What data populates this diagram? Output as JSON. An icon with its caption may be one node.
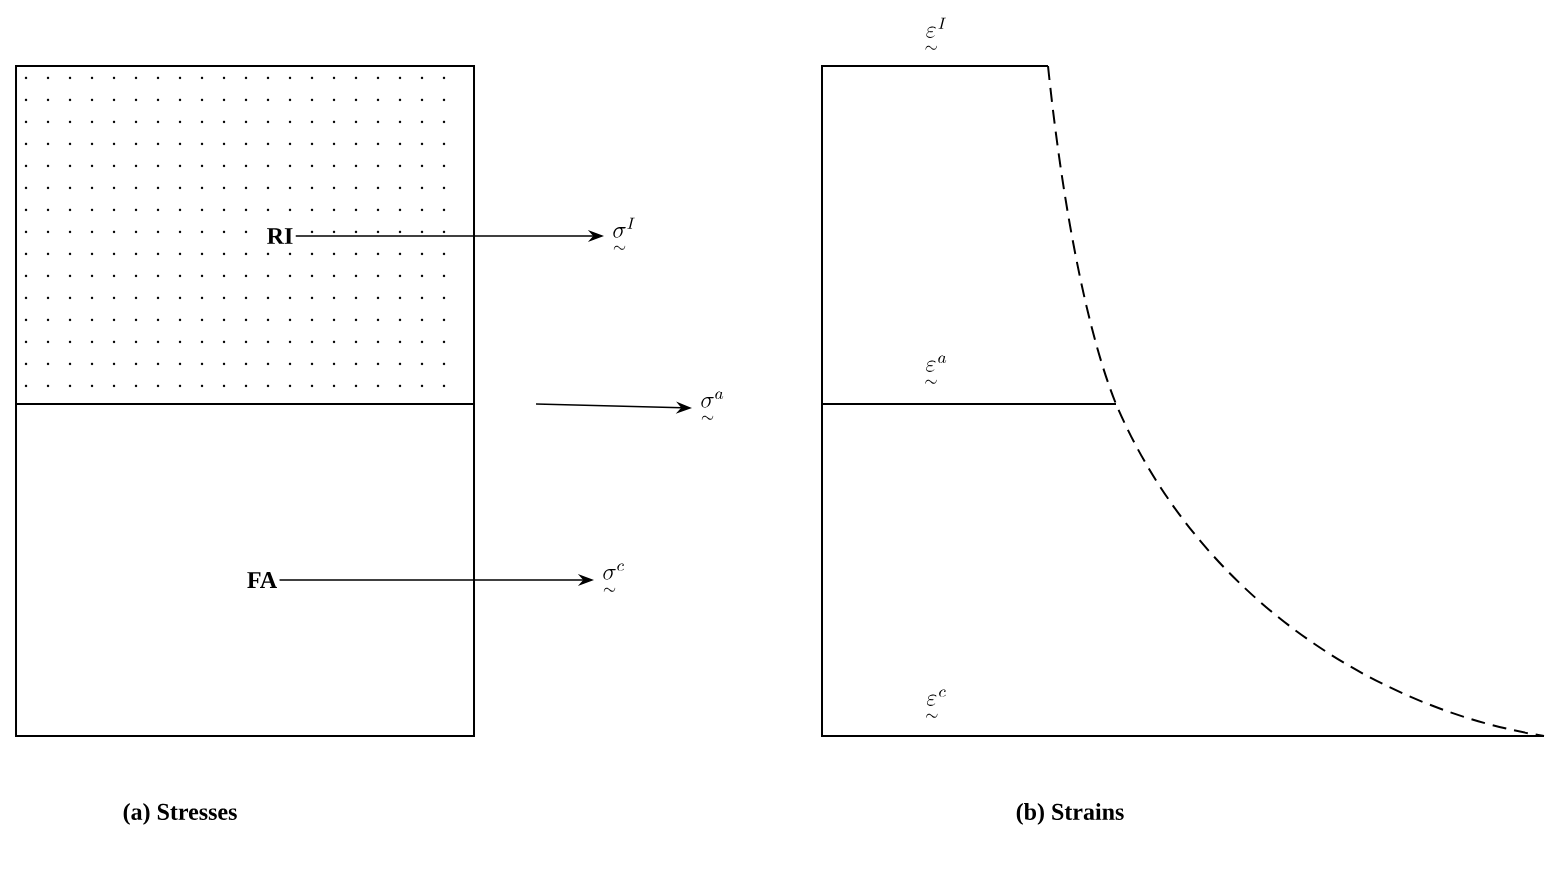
{
  "diagram": {
    "nodes": [
      {
        "text": [
          "RI"
        ]
      },
      {
        "text": [
          "FA"
        ]
      },
      {
        "text": [
          "\\underset{\\sim}{\\sigma}^{I}"
        ]
      },
      {
        "text": [
          "\\underset{\\sim}{\\sigma}^{a}"
        ]
      },
      {
        "text": [
          "\\underset{\\sim}{\\sigma}^{c}"
        ]
      }
    ],
    "edges": [
      {
        "from": 0,
        "to": 2,
        "arrow": "to"
      },
      {
        "from": null,
        "to": 3,
        "arrow": "to"
      },
      {
        "from": 1,
        "to": 4,
        "arrow": "to"
      }
    ],
    "labels": [
      "\\underset{\\sim}{\\varepsilon}^{I}",
      "\\underset{\\sim}{\\varepsilon}^{a}",
      "\\underset{\\sim}{\\varepsilon}^{c}",
      "(a) Stresses",
      "(b) Strains"
    ]
  }
}
